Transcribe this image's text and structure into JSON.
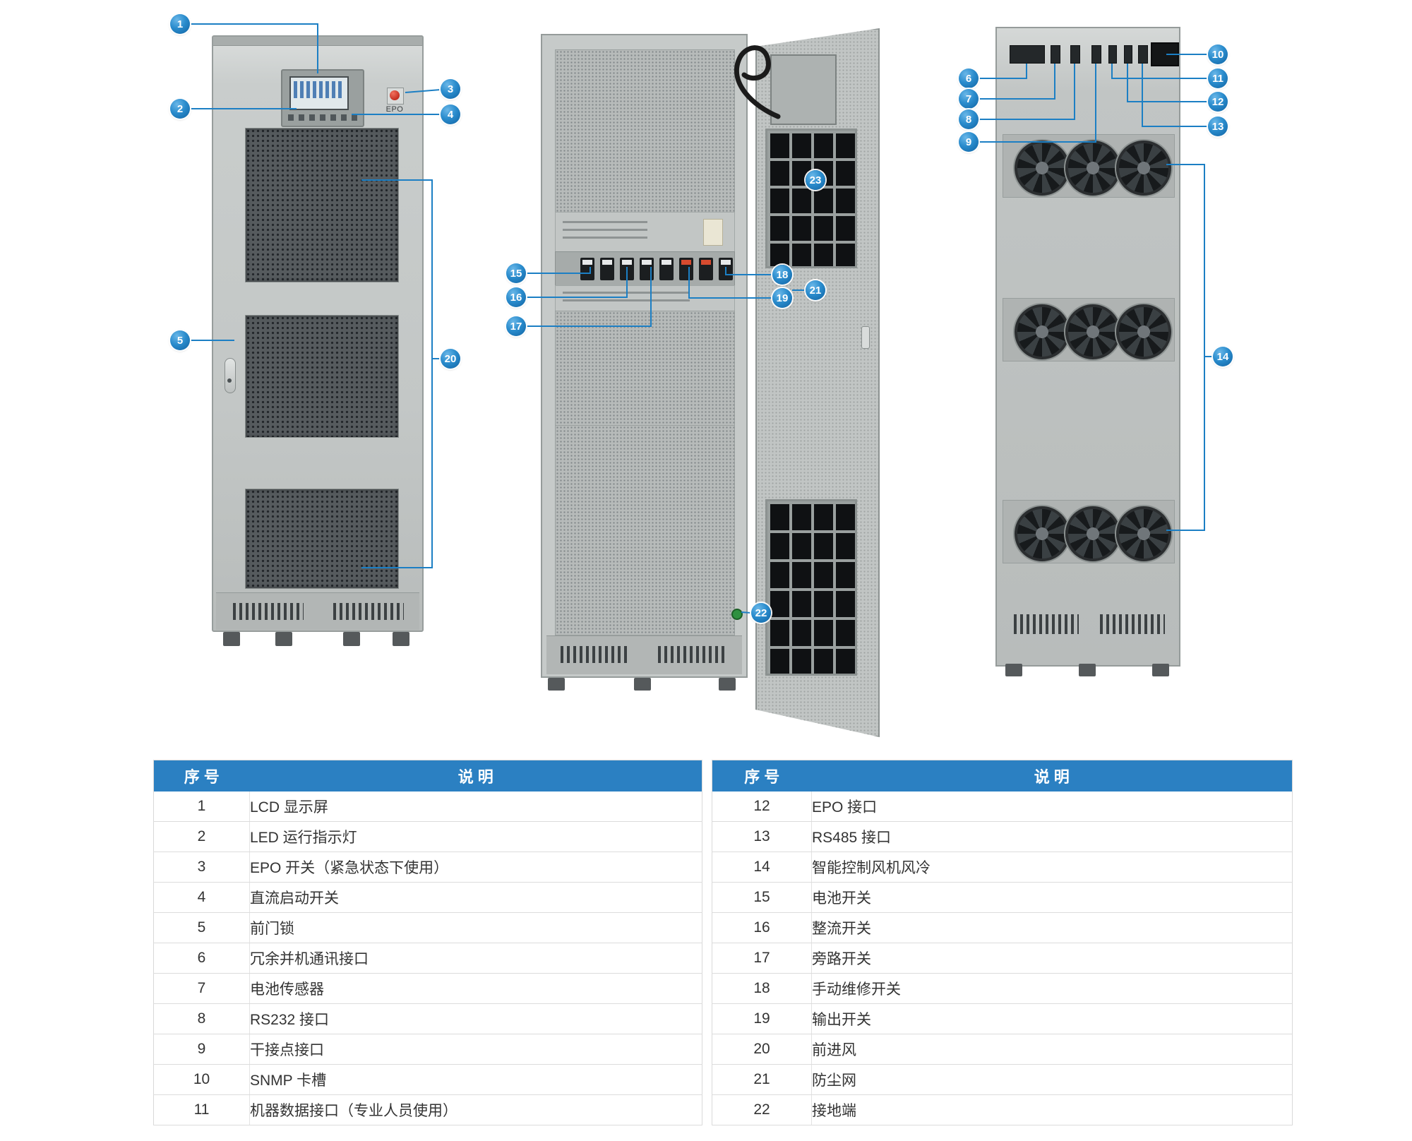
{
  "labels": {
    "epo": "EPO"
  },
  "callouts": {
    "b1": "1",
    "b2": "2",
    "b3": "3",
    "b4": "4",
    "b5": "5",
    "b6": "6",
    "b7": "7",
    "b8": "8",
    "b9": "9",
    "b10": "10",
    "b11": "11",
    "b12": "12",
    "b13": "13",
    "b14": "14",
    "b15": "15",
    "b16": "16",
    "b17": "17",
    "b18": "18",
    "b19": "19",
    "b20": "20",
    "b21": "21",
    "b22": "22",
    "b23": "23"
  },
  "table": {
    "header": {
      "no": "序 号",
      "desc": "说 明"
    },
    "left_rows": [
      {
        "no": "1",
        "desc": "LCD 显示屏"
      },
      {
        "no": "2",
        "desc": "LED 运行指示灯"
      },
      {
        "no": "3",
        "desc": "EPO 开关（紧急状态下使用）"
      },
      {
        "no": "4",
        "desc": "直流启动开关"
      },
      {
        "no": "5",
        "desc": "前门锁"
      },
      {
        "no": "6",
        "desc": "冗余并机通讯接口"
      },
      {
        "no": "7",
        "desc": "电池传感器"
      },
      {
        "no": "8",
        "desc": "RS232 接口"
      },
      {
        "no": "9",
        "desc": "干接点接口"
      },
      {
        "no": "10",
        "desc": "SNMP 卡槽"
      },
      {
        "no": "11",
        "desc": "机器数据接口（专业人员使用）"
      }
    ],
    "right_rows": [
      {
        "no": "12",
        "desc": "EPO 接口"
      },
      {
        "no": "13",
        "desc": "RS485 接口"
      },
      {
        "no": "14",
        "desc": "智能控制风机风冷"
      },
      {
        "no": "15",
        "desc": "电池开关"
      },
      {
        "no": "16",
        "desc": "整流开关"
      },
      {
        "no": "17",
        "desc": "旁路开关"
      },
      {
        "no": "18",
        "desc": "手动维修开关"
      },
      {
        "no": "19",
        "desc": "输出开关"
      },
      {
        "no": "20",
        "desc": "前进风"
      },
      {
        "no": "21",
        "desc": "防尘网"
      },
      {
        "no": "22",
        "desc": "接地端"
      }
    ]
  },
  "colors": {
    "accent": "#1c7fc4",
    "table_header": "#2b80c2"
  }
}
